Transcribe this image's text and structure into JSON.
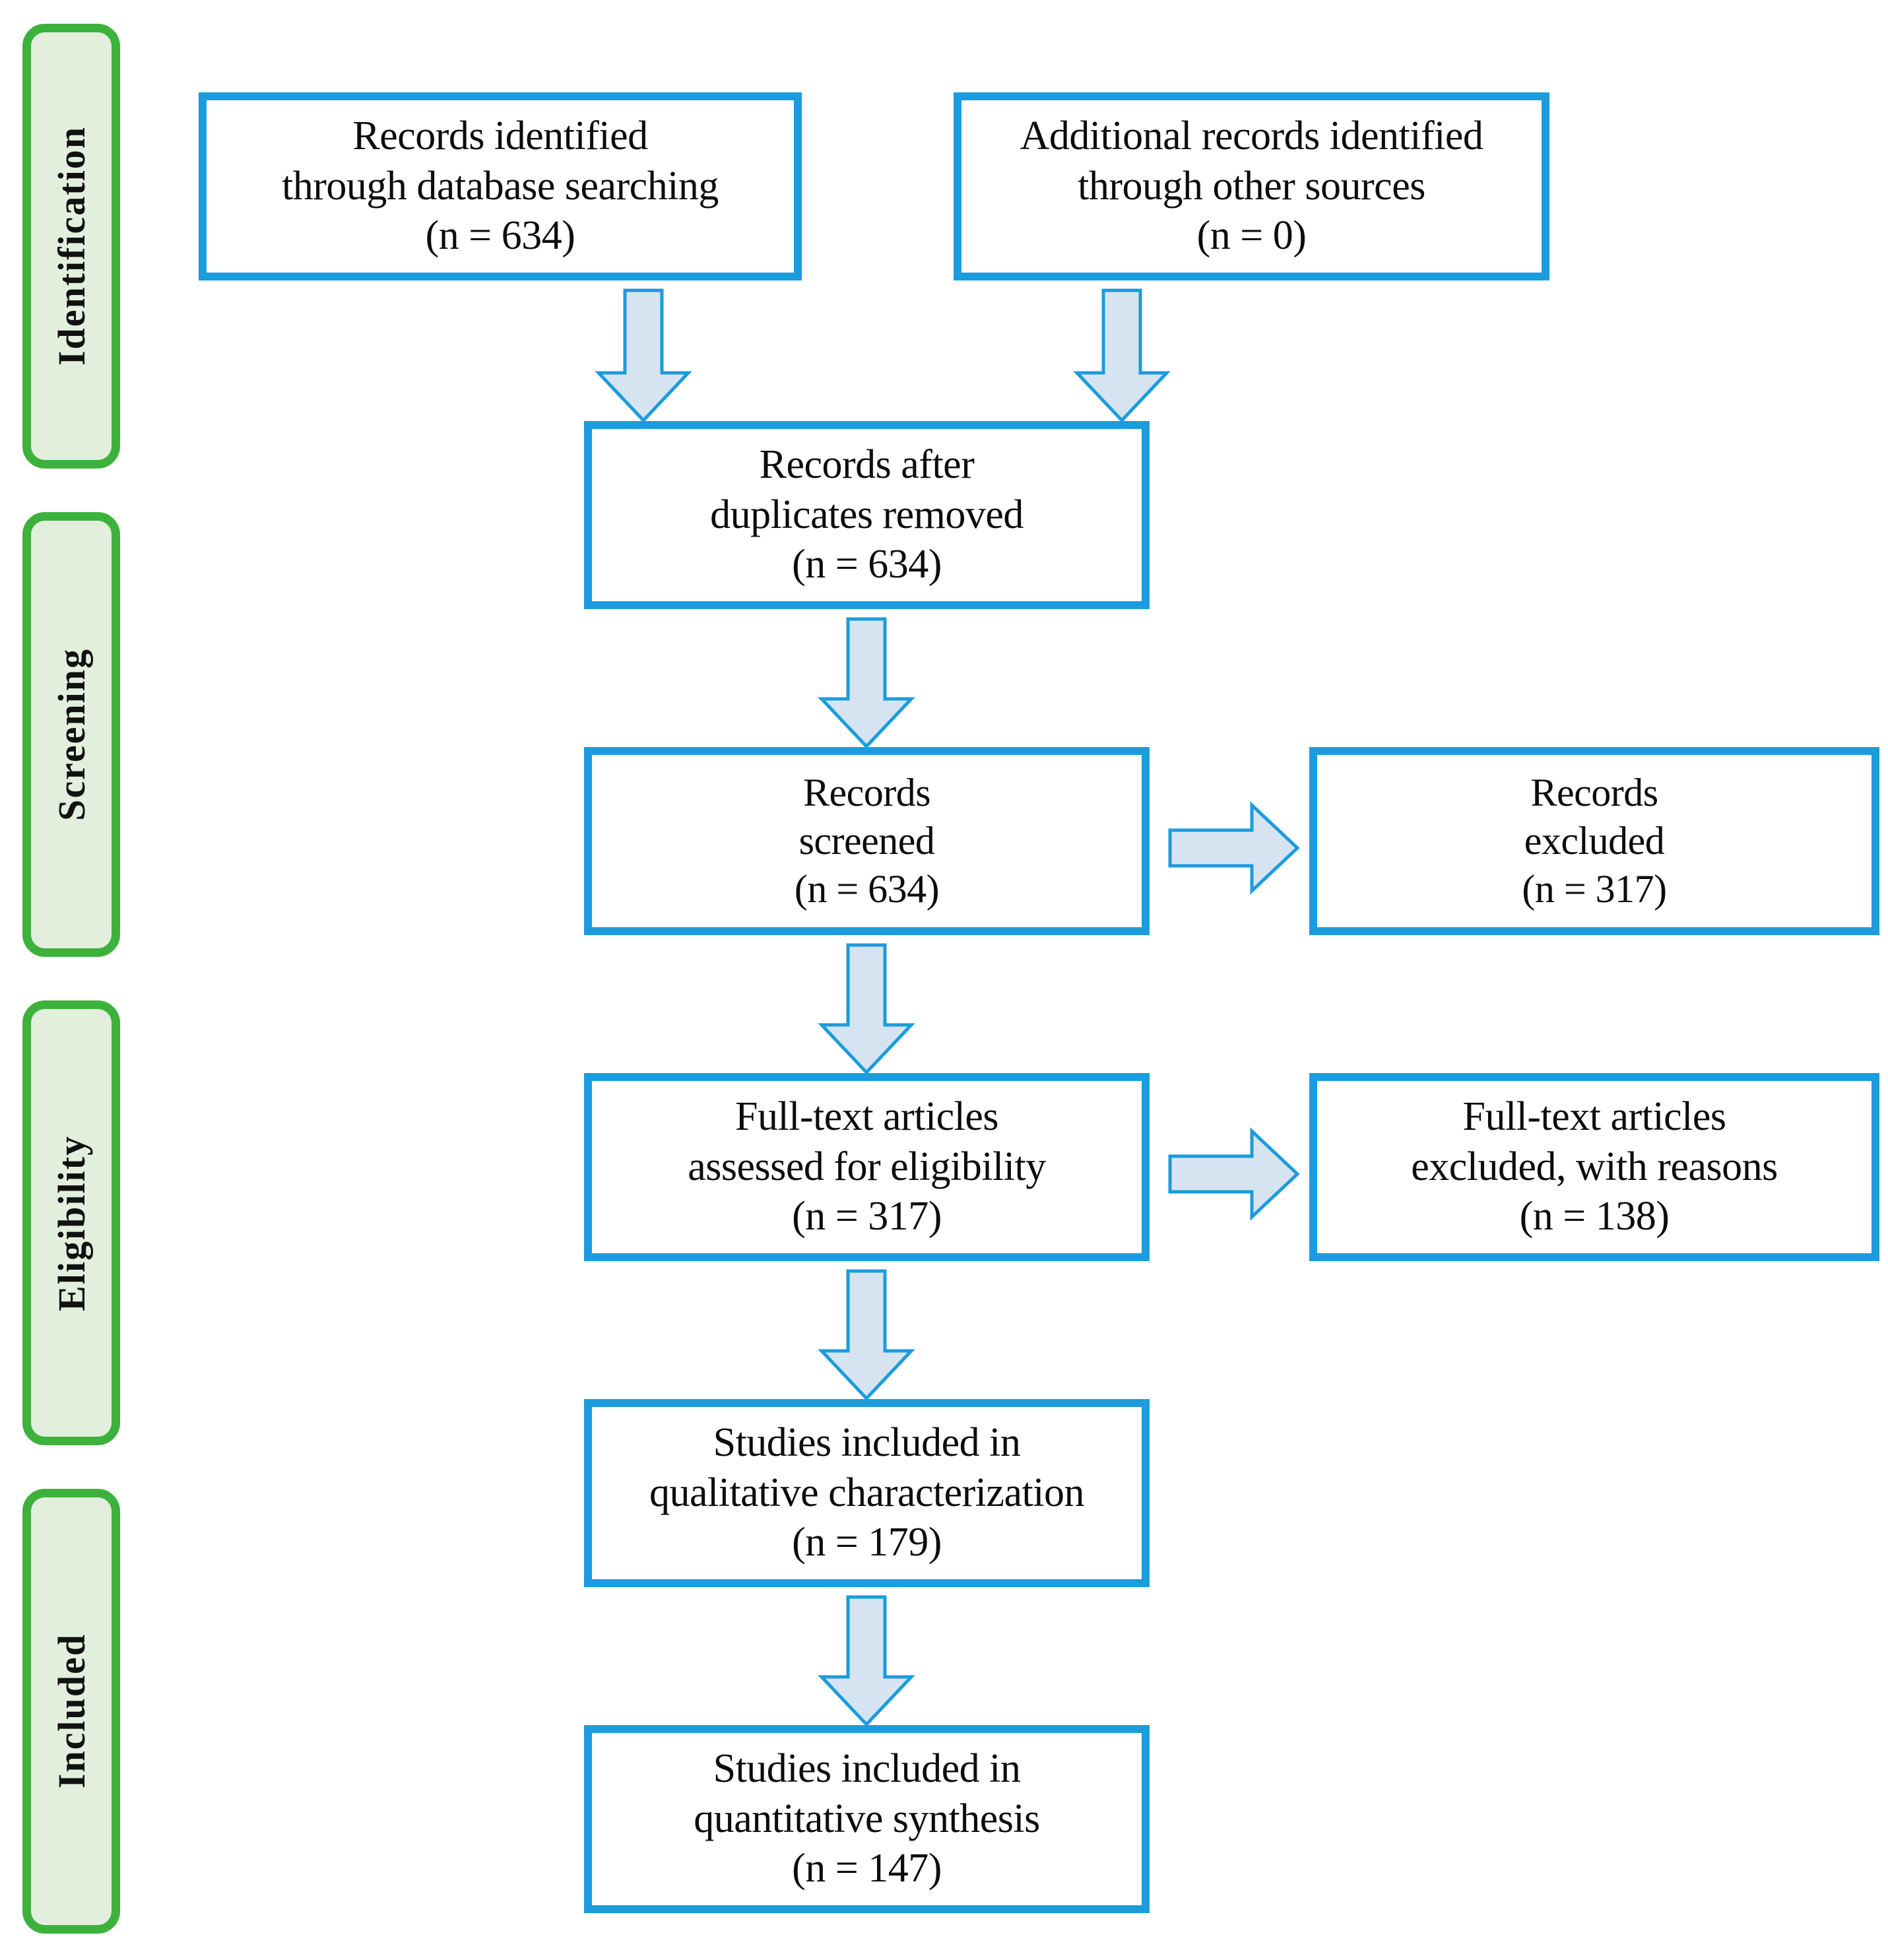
{
  "diagram": {
    "type": "prisma-flow-diagram",
    "accent_box_color": "#1b9cdc",
    "accent_stage_color": "#3cb23c",
    "stage_fill_color": "#e2efdd",
    "arrow_fill_color": "#d6e4f2"
  },
  "stages": [
    {
      "label": "Identification"
    },
    {
      "label": "Screening"
    },
    {
      "label": "Eligibility"
    },
    {
      "label": "Included"
    }
  ],
  "boxes": {
    "records_identified": {
      "line1": "Records identified",
      "line2": "through database searching",
      "line3": "(n = 634)"
    },
    "additional_records": {
      "line1": "Additional records identified",
      "line2": "through other sources",
      "line3": "(n = 0)"
    },
    "after_duplicates": {
      "line1": "Records after",
      "line2": "duplicates removed",
      "line3": "(n = 634)"
    },
    "records_screened": {
      "line1": "Records",
      "line2": "screened",
      "line3": "(n = 634)"
    },
    "records_excluded": {
      "line1": "Records",
      "line2": "excluded",
      "line3": "(n = 317)"
    },
    "fulltext_assessed": {
      "line1": "Full-text articles",
      "line2": "assessed for eligibility",
      "line3": "(n = 317)"
    },
    "fulltext_excluded": {
      "line1": "Full-text articles",
      "line2": "excluded, with reasons",
      "line3": "(n = 138)"
    },
    "qualitative": {
      "line1": "Studies included in",
      "line2": "qualitative characterization",
      "line3": "(n = 179)"
    },
    "quantitative": {
      "line1": "Studies included in",
      "line2": "quantitative synthesis",
      "line3": "(n = 147)"
    }
  },
  "chart_data": {
    "type": "diagram",
    "title": "PRISMA flow diagram",
    "nodes": [
      {
        "id": "records_identified",
        "stage": "Identification",
        "label": "Records identified through database searching",
        "n": 634
      },
      {
        "id": "additional_records",
        "stage": "Identification",
        "label": "Additional records identified through other sources",
        "n": 0
      },
      {
        "id": "after_duplicates",
        "stage": "Screening",
        "label": "Records after duplicates removed",
        "n": 634
      },
      {
        "id": "records_screened",
        "stage": "Screening",
        "label": "Records screened",
        "n": 634
      },
      {
        "id": "records_excluded",
        "stage": "Screening",
        "label": "Records excluded",
        "n": 317
      },
      {
        "id": "fulltext_assessed",
        "stage": "Eligibility",
        "label": "Full-text articles assessed for eligibility",
        "n": 317
      },
      {
        "id": "fulltext_excluded",
        "stage": "Eligibility",
        "label": "Full-text articles excluded, with reasons",
        "n": 138
      },
      {
        "id": "qualitative",
        "stage": "Included",
        "label": "Studies included in qualitative characterization",
        "n": 179
      },
      {
        "id": "quantitative",
        "stage": "Included",
        "label": "Studies included in quantitative synthesis",
        "n": 147
      }
    ],
    "edges": [
      {
        "from": "records_identified",
        "to": "after_duplicates",
        "direction": "down"
      },
      {
        "from": "additional_records",
        "to": "after_duplicates",
        "direction": "down"
      },
      {
        "from": "after_duplicates",
        "to": "records_screened",
        "direction": "down"
      },
      {
        "from": "records_screened",
        "to": "records_excluded",
        "direction": "right"
      },
      {
        "from": "records_screened",
        "to": "fulltext_assessed",
        "direction": "down"
      },
      {
        "from": "fulltext_assessed",
        "to": "fulltext_excluded",
        "direction": "right"
      },
      {
        "from": "fulltext_assessed",
        "to": "qualitative",
        "direction": "down"
      },
      {
        "from": "qualitative",
        "to": "quantitative",
        "direction": "down"
      }
    ]
  }
}
